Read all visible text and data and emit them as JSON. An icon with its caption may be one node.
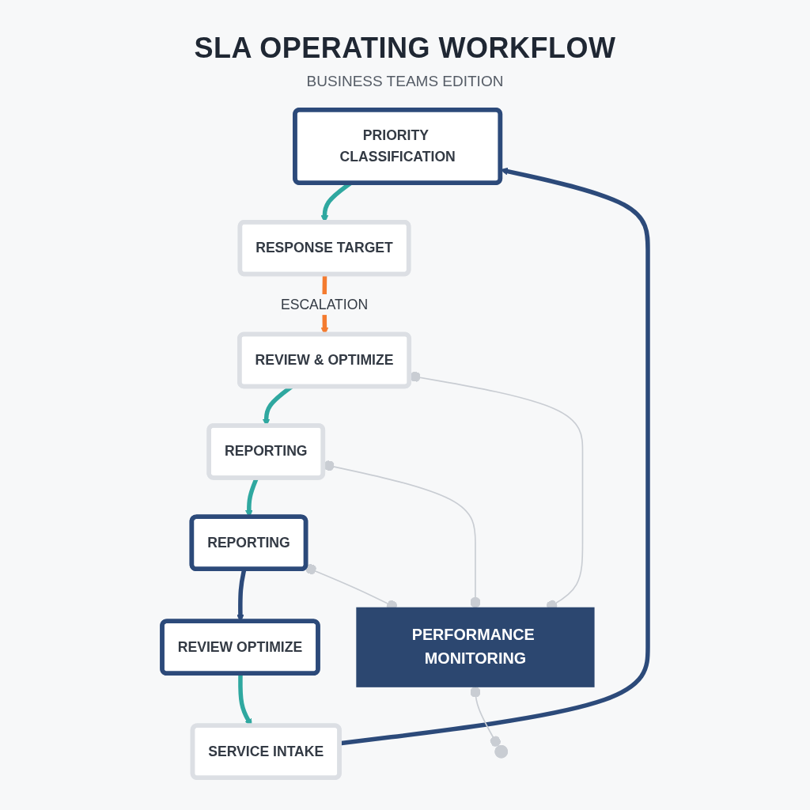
{
  "diagram": {
    "title": "SLA OPERATING WORKFLOW",
    "nodes": [
      {
        "text": [
          "PRIORITY CLASSIFICATION"
        ]
      },
      {
        "text": [
          "SERVICE INTAKE"
        ]
      },
      {
        "text": [
          "RESPONSE TARGET"
        ]
      },
      {
        "text": [
          "REVIEW OPTIMIZE"
        ]
      },
      {
        "text": [
          "REVIEW & OPTIMIZE"
        ]
      },
      {
        "text": [
          "REPORTING"
        ]
      },
      {
        "text": [
          "REPORTING"
        ]
      },
      {
        "text": [
          "PERFORMANCE MONITORING"
        ]
      }
    ],
    "edges": [
      {
        "from": 1,
        "to": 0,
        "arrow": "to",
        "color": "#2c4a7a"
      },
      {
        "from": 0,
        "to": 2,
        "arrow": "to"
      },
      {
        "from": 2,
        "to": 4,
        "arrow": "to",
        "color": "#f47b2f",
        "label": "ESCALATION"
      },
      {
        "from": 4,
        "to": 6,
        "arrow": "to"
      },
      {
        "from": 6,
        "to": 5,
        "arrow": "to"
      },
      {
        "from": 5,
        "to": 3,
        "arrow": "to",
        "color": "#2c4a7a"
      },
      {
        "from": 3,
        "to": 1,
        "arrow": "to"
      },
      {
        "from": 5,
        "to": 7,
        "arrow": "other",
        "color": "#c9cdd3"
      },
      {
        "from": 4,
        "to": 7,
        "arrow": "other",
        "color": "#c9cdd3"
      },
      {
        "from": 6,
        "to": 7,
        "arrow": "other",
        "color": "#c9cdd3"
      },
      {
        "from": 7,
        "to": null,
        "arrow": "other",
        "color": "#c9cdd3"
      }
    ],
    "labels": [
      "BUSINESS TEAMS EDITION"
    ]
  }
}
